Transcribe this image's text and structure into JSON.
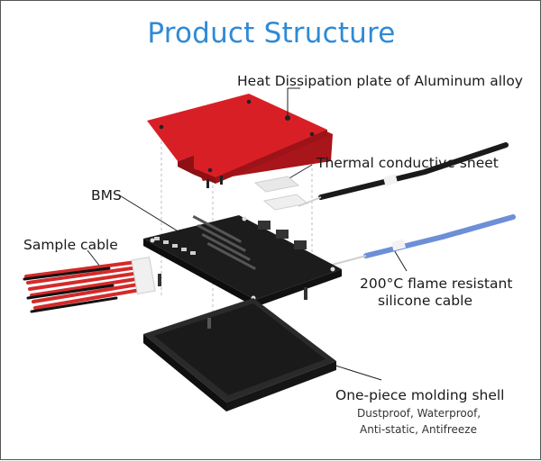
{
  "title": "Product Structure",
  "labels": {
    "heat_plate": "Heat Dissipation plate of Aluminum alloy",
    "thermal_sheet": "Thermal conductive sheet",
    "bms": "BMS",
    "sample_cable": "Sample cable",
    "silicone_cable_line1": "200°C flame resistant",
    "silicone_cable_line2": "silicone cable",
    "shell": "One-piece molding shell",
    "shell_features_line1": "Dustproof, Waterproof,",
    "shell_features_line2": "Anti-static, Antifreeze"
  },
  "colors": {
    "title": "#2f8ad6",
    "plate": "#d91f26",
    "cable_black": "#1a1a1a",
    "cable_blue": "#6d8fd8",
    "shell": "#1c1c1c",
    "sample_wire": "#d42a2a"
  }
}
